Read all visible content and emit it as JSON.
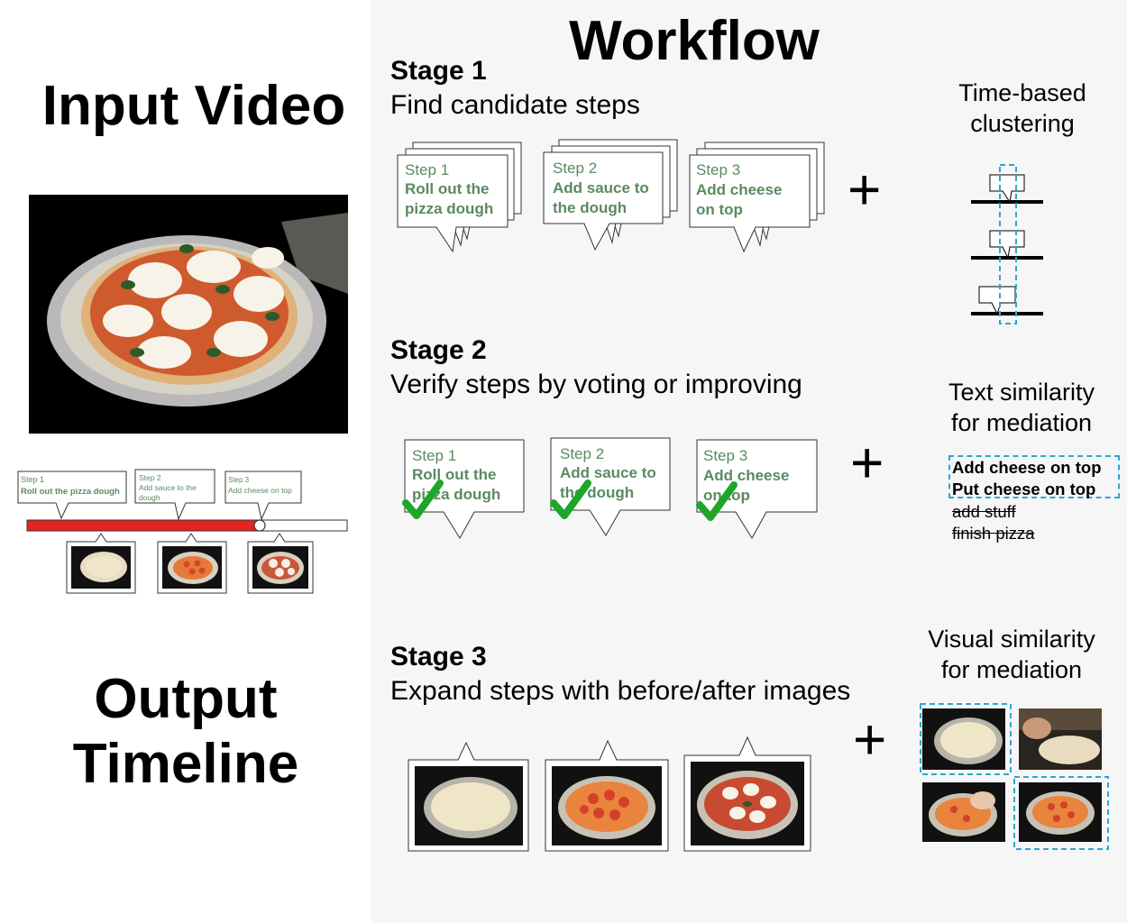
{
  "left": {
    "input_title": "Input Video",
    "output_title_line1": "Output",
    "output_title_line2": "Timeline",
    "mini_steps": [
      {
        "num": "Step 1",
        "text": "Roll out the pizza dough"
      },
      {
        "num": "Step 2",
        "text_line1": "Add sauce to the",
        "text_line2": "dough"
      },
      {
        "num": "Step 3",
        "text": "Add cheese on top"
      }
    ]
  },
  "workflow": {
    "title": "Workflow",
    "stages": [
      {
        "title": "Stage 1",
        "desc": "Find candidate steps"
      },
      {
        "title": "Stage 2",
        "desc": "Verify steps by voting or improving"
      },
      {
        "title": "Stage 3",
        "desc": "Expand steps with before/after images"
      }
    ],
    "steps": [
      {
        "num": "Step 1",
        "line1": "Roll out the",
        "line2": "pizza dough"
      },
      {
        "num": "Step 2",
        "line1": "Add sauce to",
        "line2": "the dough"
      },
      {
        "num": "Step 3",
        "line1": "Add cheese",
        "line2": "on top"
      }
    ],
    "plus": "+",
    "time_clustering": {
      "line1": "Time-based",
      "line2": "clustering"
    },
    "text_similarity": {
      "line1": "Text similarity",
      "line2": "for mediation",
      "candidates_selected": [
        "Add cheese on top",
        "Put cheese on top"
      ],
      "candidates_rejected": [
        "add stuff",
        "finish pizza"
      ]
    },
    "visual_similarity": {
      "line1": "Visual similarity",
      "line2": "for mediation"
    }
  },
  "colors": {
    "accent_green": "#5a8a60",
    "check_green": "#1fa52a",
    "timeline_red": "#e52421",
    "dashed_blue": "#2aa7d8",
    "panel_bg": "#f7f6f6"
  }
}
